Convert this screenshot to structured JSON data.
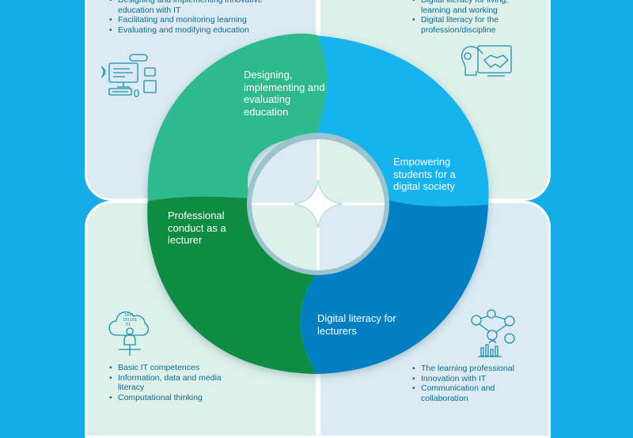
{
  "colors": {
    "background": "#13aee8",
    "panel_blue": "#dcebf3",
    "panel_green": "#ddf0ea",
    "segment_design": "#2dba8c",
    "segment_empower": "#13b4ee",
    "segment_literacy": "#0680c3",
    "segment_conduct": "#0a8c43",
    "text_list": "#0d6b8e"
  },
  "segments": {
    "design": "Designing, implementing and evaluating education",
    "empower": "Empowering students for a digital society",
    "conduct": "Professional conduct as a lecturer",
    "literacy": "Digital literacy for lecturers"
  },
  "lists": {
    "top_left": [
      "Designing and implementing innovative education with IT",
      "Facilitating and monitoring learning",
      "Evaluating and modifying education"
    ],
    "top_right": [
      "Digital literacy for living, learning and working",
      "Digital literacy for the profession/discipline"
    ],
    "bottom_left": [
      "Basic IT competences",
      "Information, data and media literacy",
      "Computational thinking"
    ],
    "bottom_right": [
      "The learning professional",
      "Innovation with IT",
      "Communication and collaboration"
    ]
  },
  "icons": {
    "top_left": "computer-devices-icon",
    "top_right": "head-handshake-icon",
    "bottom_left": "cloud-binary-person-icon",
    "bottom_right": "network-people-chart-icon"
  }
}
